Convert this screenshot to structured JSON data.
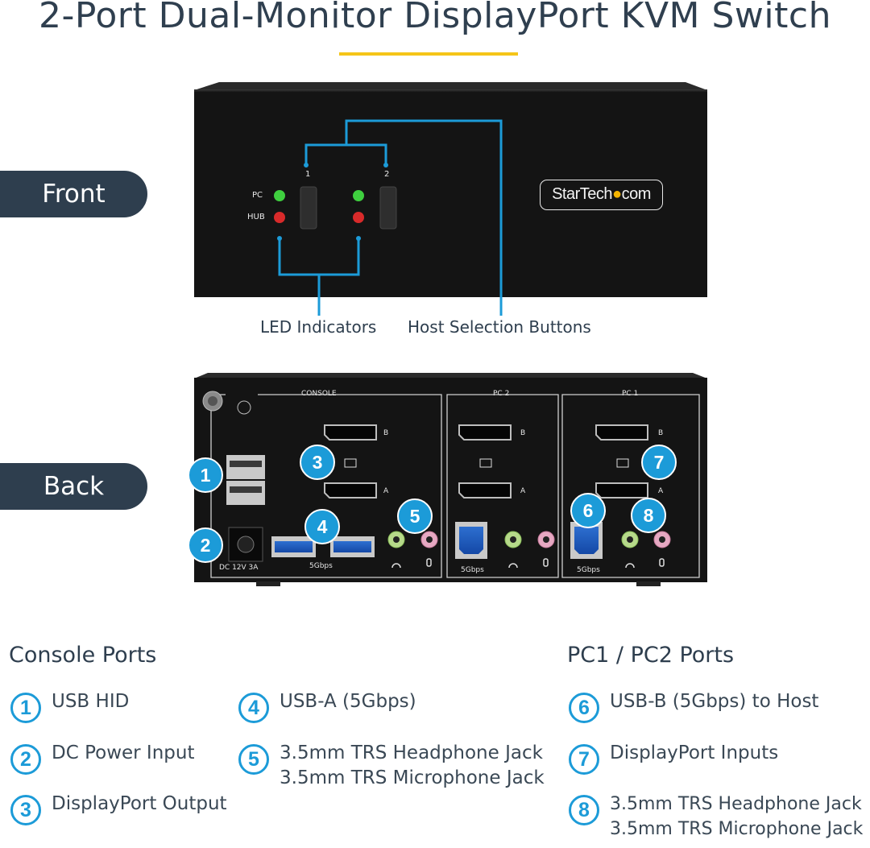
{
  "title": "2-Port Dual-Monitor DisplayPort KVM Switch",
  "accent_color": "#1c9bd8",
  "underline_color": "#f5c518",
  "views": {
    "front": "Front",
    "back": "Back"
  },
  "front_panel": {
    "brand": "StarTech.com",
    "led_labels": {
      "pc": "PC",
      "hub": "HUB"
    },
    "buttons": [
      "1",
      "2"
    ],
    "annotations": {
      "led": "LED Indicators",
      "host_buttons": "Host Selection Buttons"
    }
  },
  "back_panel": {
    "sections": {
      "console": "CONSOLE",
      "pc2": "PC 2",
      "pc1": "PC 1"
    },
    "dp_labels": {
      "b": "B",
      "a": "A"
    },
    "speed": "5Gbps",
    "power": "DC 12V 3A",
    "callouts": [
      "1",
      "2",
      "3",
      "4",
      "5",
      "6",
      "7",
      "8"
    ]
  },
  "legend": {
    "console_heading": "Console Ports",
    "pc_heading": "PC1 / PC2 Ports",
    "items": [
      {
        "num": "1",
        "text": "USB HID"
      },
      {
        "num": "2",
        "text": "DC Power Input"
      },
      {
        "num": "3",
        "text": "DisplayPort Output"
      },
      {
        "num": "4",
        "text": "USB-A (5Gbps)"
      },
      {
        "num": "5",
        "text": "3.5mm TRS Headphone Jack",
        "text2": "3.5mm TRS Microphone Jack"
      },
      {
        "num": "6",
        "text": "USB-B (5Gbps) to Host"
      },
      {
        "num": "7",
        "text": "DisplayPort Inputs"
      },
      {
        "num": "8",
        "text": "3.5mm TRS Headphone Jack",
        "text2": "3.5mm TRS Microphone Jack"
      }
    ]
  }
}
